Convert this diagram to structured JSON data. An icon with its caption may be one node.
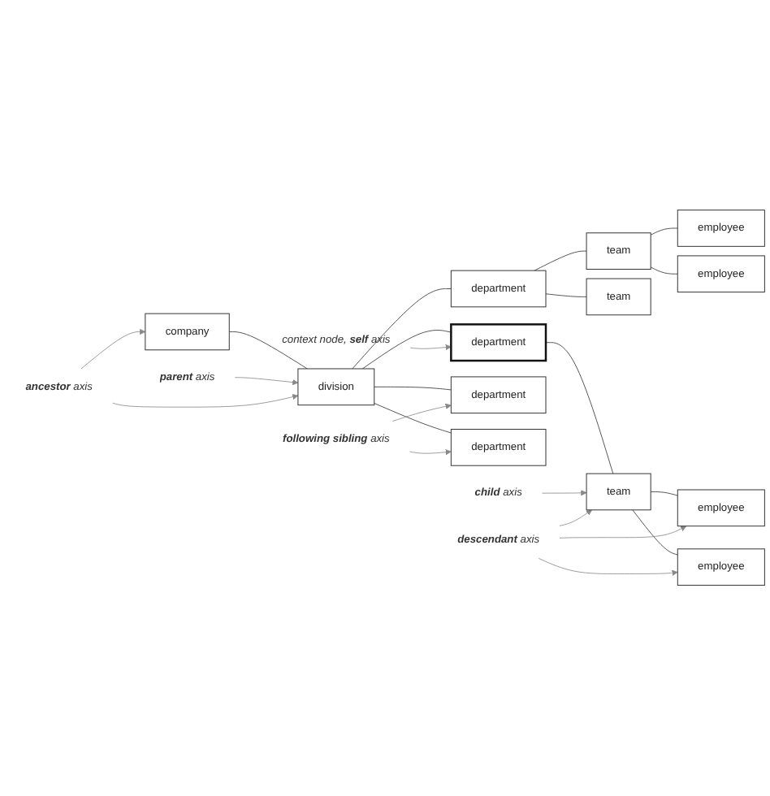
{
  "diagram": {
    "nodes": [
      {
        "text": [
          "company"
        ]
      },
      {
        "text": [
          "division"
        ]
      },
      {
        "text": [
          "department"
        ]
      },
      {
        "text": [
          "team"
        ]
      },
      {
        "text": [
          "employee"
        ]
      },
      {
        "text": [
          "employee"
        ]
      },
      {
        "text": [
          "team"
        ]
      },
      {
        "text": [
          "department"
        ]
      },
      {
        "text": [
          "team"
        ]
      },
      {
        "text": [
          "employee"
        ]
      },
      {
        "text": [
          "employee"
        ]
      },
      {
        "text": [
          "department"
        ]
      },
      {
        "text": [
          "department"
        ]
      },
      {
        "text": [
          "**parent** axis"
        ]
      },
      {
        "text": [
          "**ancestor** axis"
        ]
      },
      {
        "text": [
          "context node, **self** axis"
        ]
      },
      {
        "text": [
          "**child** axis"
        ]
      },
      {
        "text": [
          "**descendant** axis"
        ]
      },
      {
        "text": [
          "**following sibling** axis"
        ]
      }
    ],
    "edges": [
      {
        "from": 0,
        "to": 1,
        "arrow": "none"
      },
      {
        "from": 1,
        "to": 2,
        "arrow": "none"
      },
      {
        "from": 2,
        "to": 3,
        "arrow": "none"
      },
      {
        "from": 3,
        "to": 4,
        "arrow": "none"
      },
      {
        "from": 3,
        "to": 5,
        "arrow": "none"
      },
      {
        "from": 2,
        "to": 6,
        "arrow": "none"
      },
      {
        "from": 1,
        "to": 7,
        "arrow": "none"
      },
      {
        "from": 7,
        "to": 8,
        "arrow": "none"
      },
      {
        "from": 8,
        "to": 9,
        "arrow": "none"
      },
      {
        "from": 8,
        "to": 10,
        "arrow": "none"
      },
      {
        "from": 1,
        "to": 11,
        "arrow": "none"
      },
      {
        "from": 1,
        "to": 12,
        "arrow": "none"
      },
      {
        "from": 13,
        "to": 1,
        "arrow": "to",
        "color": "#888888"
      },
      {
        "from": 14,
        "to": 0,
        "arrow": "to",
        "color": "#888888"
      },
      {
        "from": 14,
        "to": 1,
        "arrow": "to",
        "color": "#888888"
      },
      {
        "from": 15,
        "to": 7,
        "arrow": "to",
        "color": "#888888"
      },
      {
        "from": 16,
        "to": 8,
        "arrow": "to",
        "color": "#888888"
      },
      {
        "from": 17,
        "to": 8,
        "arrow": "to",
        "color": "#888888"
      },
      {
        "from": 17,
        "to": 9,
        "arrow": "to",
        "color": "#888888"
      },
      {
        "from": 17,
        "to": 10,
        "arrow": "to",
        "color": "#888888"
      },
      {
        "from": 18,
        "to": 11,
        "arrow": "to",
        "color": "#888888"
      },
      {
        "from": 18,
        "to": 12,
        "arrow": "to",
        "color": "#888888"
      }
    ]
  }
}
